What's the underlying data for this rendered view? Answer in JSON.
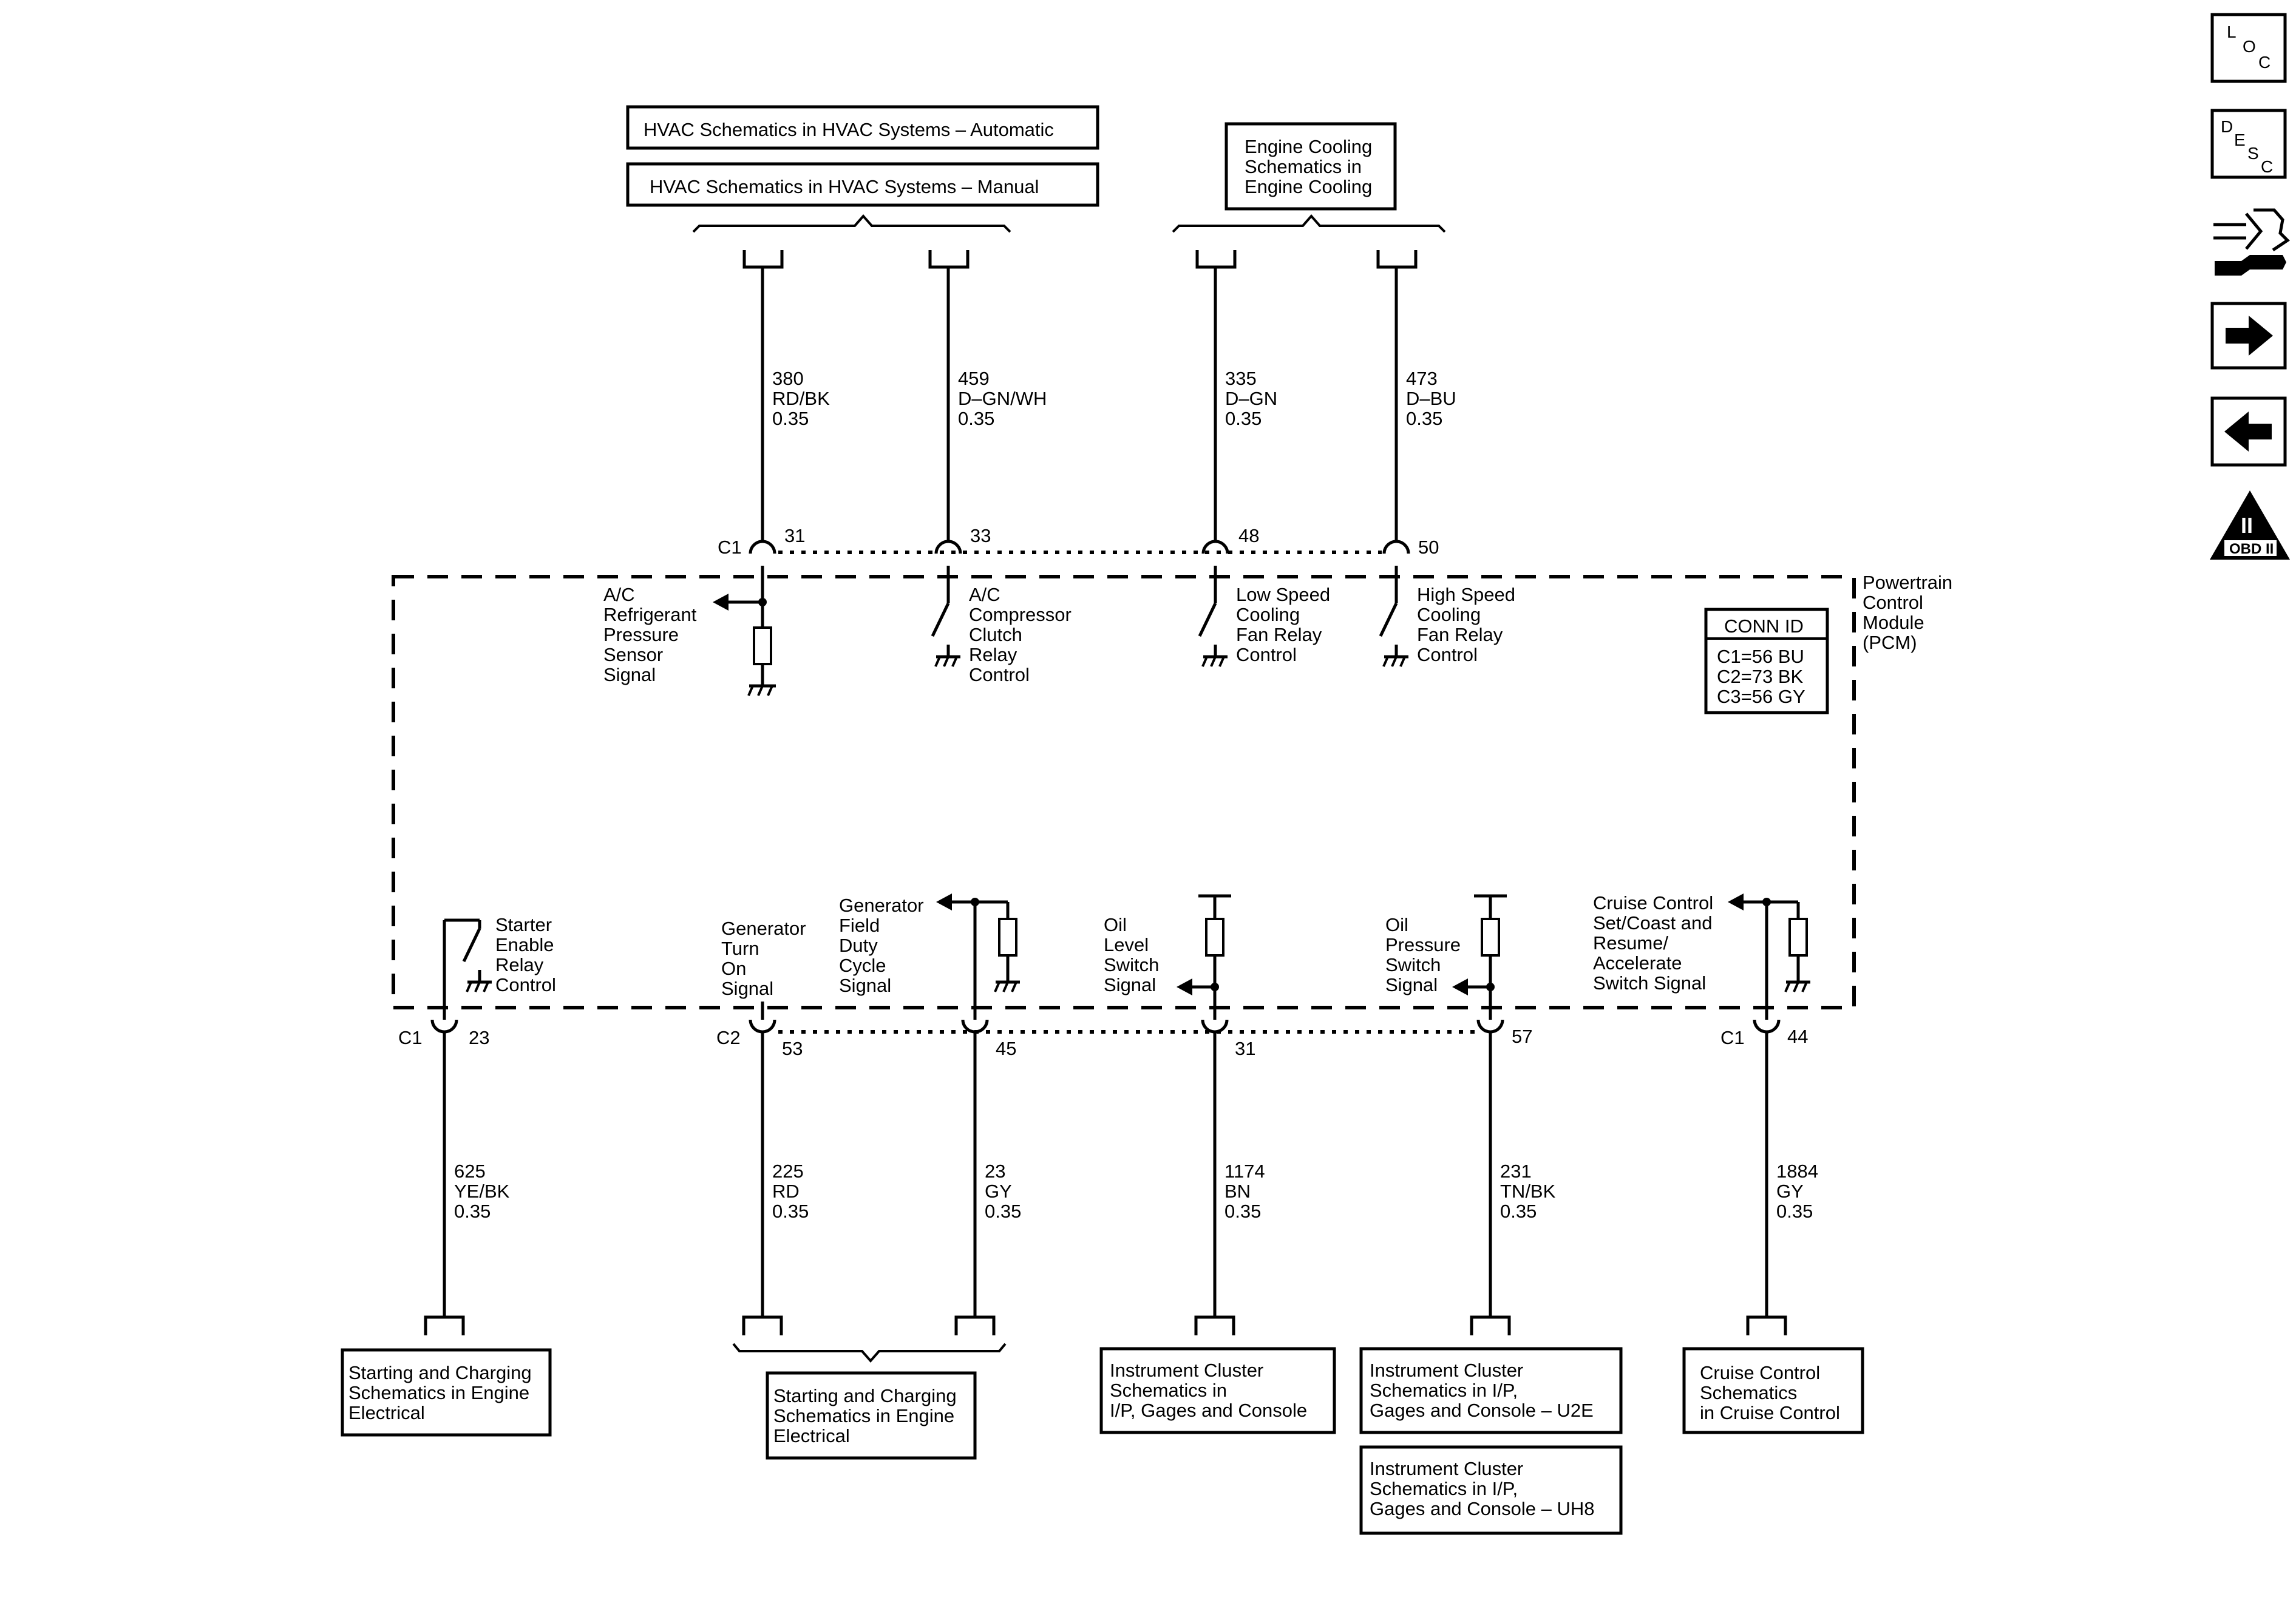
{
  "refs_top": {
    "hvac_auto": "HVAC Schematics in HVAC Systems – Automatic",
    "hvac_manual": "HVAC Schematics in HVAC Systems – Manual",
    "engine_cooling": [
      "Engine Cooling",
      "Schematics in",
      "Engine Cooling"
    ]
  },
  "refs_bottom": {
    "start_charge_1": [
      "Starting and Charging",
      "Schematics in Engine",
      "Electrical"
    ],
    "start_charge_2": [
      "Starting and Charging",
      "Schematics in Engine",
      "Electrical"
    ],
    "instr_cluster": [
      "Instrument Cluster",
      "Schematics in",
      "I/P, Gages and Console"
    ],
    "instr_cluster_u2e": [
      "Instrument Cluster",
      "Schematics in I/P,",
      "Gages and Console – U2E"
    ],
    "instr_cluster_uh8": [
      "Instrument Cluster",
      "Schematics in I/P,",
      "Gages and Console – UH8"
    ],
    "cruise": [
      "Cruise Control",
      "Schematics",
      "in Cruise Control"
    ]
  },
  "module": {
    "name": [
      "Powertrain",
      "Control",
      "Module",
      "(PCM)"
    ],
    "conn_id_title": "CONN ID",
    "conn_ids": [
      "C1=56 BU",
      "C2=73 BK",
      "C3=56 GY"
    ]
  },
  "top_circuits": [
    {
      "connector": "C1",
      "pin": "31",
      "wire": [
        "380",
        "RD/BK",
        "0.35"
      ],
      "label": [
        "A/C",
        "Refrigerant",
        "Pressure",
        "Sensor",
        "Signal"
      ]
    },
    {
      "connector": "",
      "pin": "33",
      "wire": [
        "459",
        "D–GN/WH",
        "0.35"
      ],
      "label": [
        "A/C",
        "Compressor",
        "Clutch",
        "Relay",
        "Control"
      ]
    },
    {
      "connector": "",
      "pin": "48",
      "wire": [
        "335",
        "D–GN",
        "0.35"
      ],
      "label": [
        "Low Speed",
        "Cooling",
        "Fan Relay",
        "Control"
      ]
    },
    {
      "connector": "",
      "pin": "50",
      "wire": [
        "473",
        "D–BU",
        "0.35"
      ],
      "label": [
        "High Speed",
        "Cooling",
        "Fan Relay",
        "Control"
      ]
    }
  ],
  "bottom_circuits": [
    {
      "connector": "C1",
      "pin": "23",
      "wire": [
        "625",
        "YE/BK",
        "0.35"
      ],
      "label": [
        "Starter",
        "Enable",
        "Relay",
        "Control"
      ]
    },
    {
      "connector": "C2",
      "pin": "53",
      "wire": [
        "225",
        "RD",
        "0.35"
      ],
      "label": [
        "Generator",
        "Turn",
        "On",
        "Signal"
      ]
    },
    {
      "connector": "",
      "pin": "45",
      "wire": [
        "23",
        "GY",
        "0.35"
      ],
      "label": [
        "Generator",
        "Field",
        "Duty",
        "Cycle",
        "Signal"
      ]
    },
    {
      "connector": "",
      "pin": "31",
      "wire": [
        "1174",
        "BN",
        "0.35"
      ],
      "label": [
        "Oil",
        "Level",
        "Switch",
        "Signal"
      ]
    },
    {
      "connector": "",
      "pin": "57",
      "wire": [
        "231",
        "TN/BK",
        "0.35"
      ],
      "label": [
        "Oil",
        "Pressure",
        "Switch",
        "Signal"
      ]
    },
    {
      "connector": "C1",
      "pin": "44",
      "wire": [
        "1884",
        "GY",
        "0.35"
      ],
      "label": [
        "Cruise Control",
        "Set/Coast and",
        "Resume/",
        "Accelerate",
        "Switch Signal"
      ]
    }
  ],
  "nav": {
    "loc": [
      "L",
      "O",
      "C"
    ],
    "desc": [
      "D",
      "E",
      "S",
      "C"
    ],
    "obd_numeral": "II",
    "obd_label": "OBD II",
    "icons": [
      "loc-icon",
      "desc-icon",
      "connector-tool-icon",
      "next-arrow-icon",
      "previous-arrow-icon",
      "obd-ii-icon"
    ]
  }
}
